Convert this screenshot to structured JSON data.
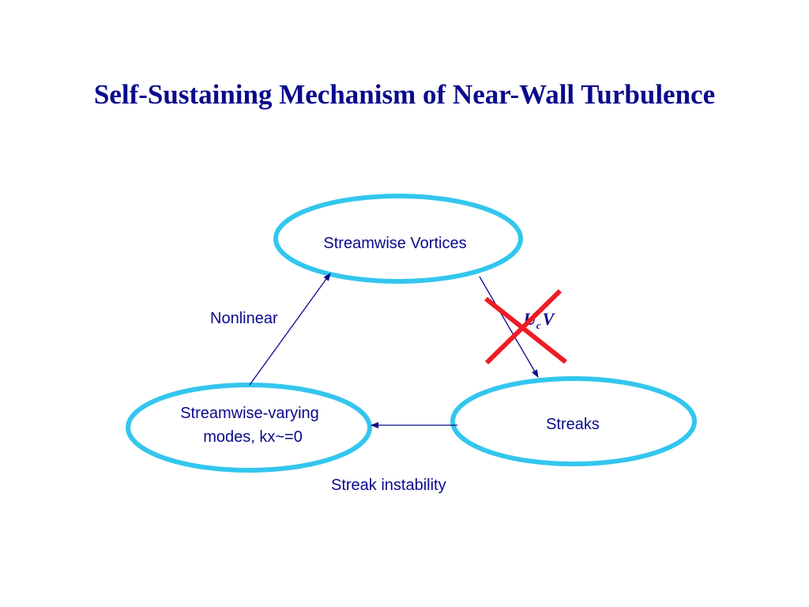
{
  "title": "Self-Sustaining Mechanism of Near-Wall Turbulence",
  "colors": {
    "text": "#0A0A8C",
    "ellipse_stroke": "#33C6EE",
    "cross": "#EE1C23"
  },
  "nodes": {
    "vortices": "Streamwise Vortices",
    "varying_line1": "Streamwise-varying",
    "varying_line2": "modes, kx~=0",
    "streaks": "Streaks"
  },
  "edges": {
    "nonlinear": "Nonlinear",
    "instability": "Streak instability",
    "math_U": "U",
    "math_sub": "c",
    "math_V": "V"
  },
  "icons": {
    "crossed_out": "cross-mark-icon"
  }
}
